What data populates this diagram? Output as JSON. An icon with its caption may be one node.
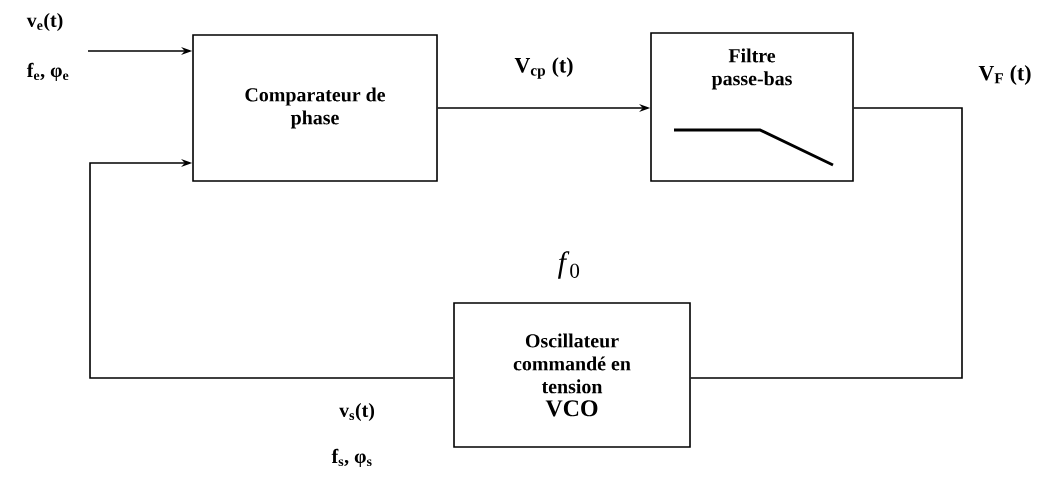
{
  "diagram": {
    "nodes": [
      {
        "text": [
          "Comparateur de phase"
        ]
      },
      {
        "text": [
          "Filtre passe-bas"
        ]
      },
      {
        "text": [
          "Oscillateur commandé en tension",
          "VCO"
        ],
        "beside": [
          "*f*$_{0}$"
        ]
      }
    ],
    "edges": [
      {
        "from": null,
        "to": 0,
        "arrow": "to"
      },
      {
        "from": 0,
        "to": 1,
        "arrow": "to",
        "label": "V$_{cp}$ (t)"
      },
      {
        "from": 1,
        "to": 2,
        "arrow": "none"
      },
      {
        "from": 2,
        "to": 0,
        "arrow": "to"
      }
    ],
    "labels": [
      "v$_{e}$(t)",
      "f$_{e}$, φ$_{e}$",
      "V$_{F}$ (t)",
      "v$_{s}$(t)",
      "f$_{s}$, φ$_{s}$"
    ]
  }
}
